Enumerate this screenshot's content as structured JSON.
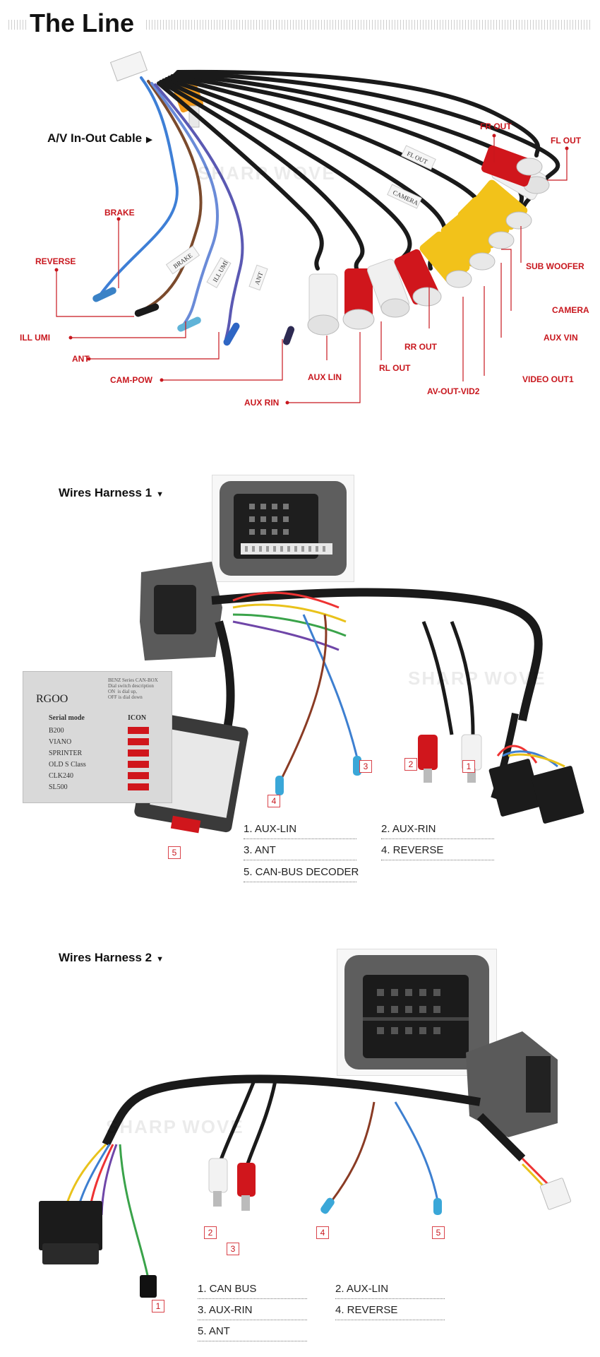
{
  "header": {
    "title": "The Line"
  },
  "section1": {
    "label": "A/V In-Out Cable",
    "callouts": {
      "fr_out": "FR OUT",
      "fl_out": "FL OUT",
      "brake": "BRAKE",
      "reverse": "REVERSE",
      "sub_woofer": "SUB WOOFER",
      "camera": "CAMERA",
      "ill_umi": "ILL UMI",
      "aux_vin": "AUX VIN",
      "ant": "ANT",
      "rr_out": "RR OUT",
      "cam_pow": "CAM-POW",
      "aux_lin": "AUX LIN",
      "rl_out": "RL OUT",
      "video_out1": "VIDEO OUT1",
      "aux_rin": "AUX RIN",
      "av_out_vid2": "AV-OUT-VID2"
    },
    "tags": {
      "t1": "BRAKE",
      "t2": "ILL UMI",
      "t3": "ANT",
      "t4": "FL OUT",
      "t5": "CAMERA"
    }
  },
  "section2": {
    "label": "Wires Harness 1",
    "numbers": [
      "1",
      "2",
      "3",
      "4",
      "5"
    ],
    "legend": [
      "1. AUX-LIN",
      "2. AUX-RIN",
      "3. ANT",
      "4. REVERSE",
      "5. CAN-BUS DECODER"
    ],
    "decoder_card": {
      "brand": "RGOO",
      "col_mode": "Serial mode",
      "col_icon": "ICON",
      "models": [
        "B200",
        "VIANO",
        "SPRINTER",
        "OLD S Class",
        "CLK240",
        "SL500"
      ],
      "desc": "BENZ Series CAN-BOX\nDial switch description\nON  is dial up,\nOFF is dial down"
    }
  },
  "section3": {
    "label": "Wires Harness 2",
    "numbers": [
      "1",
      "2",
      "3",
      "4",
      "5"
    ],
    "legend": [
      "1. CAN BUS",
      "2. AUX-LIN",
      "3. AUX-RIN",
      "4. REVERSE",
      "5. ANT"
    ]
  },
  "colors": {
    "accent": "#c8171e",
    "rca_red": "#d0161c",
    "rca_yellow": "#f2c21a",
    "rca_white": "#f2f2f2",
    "foam": "#5a5a5a",
    "cable": "#1a1a1a"
  }
}
